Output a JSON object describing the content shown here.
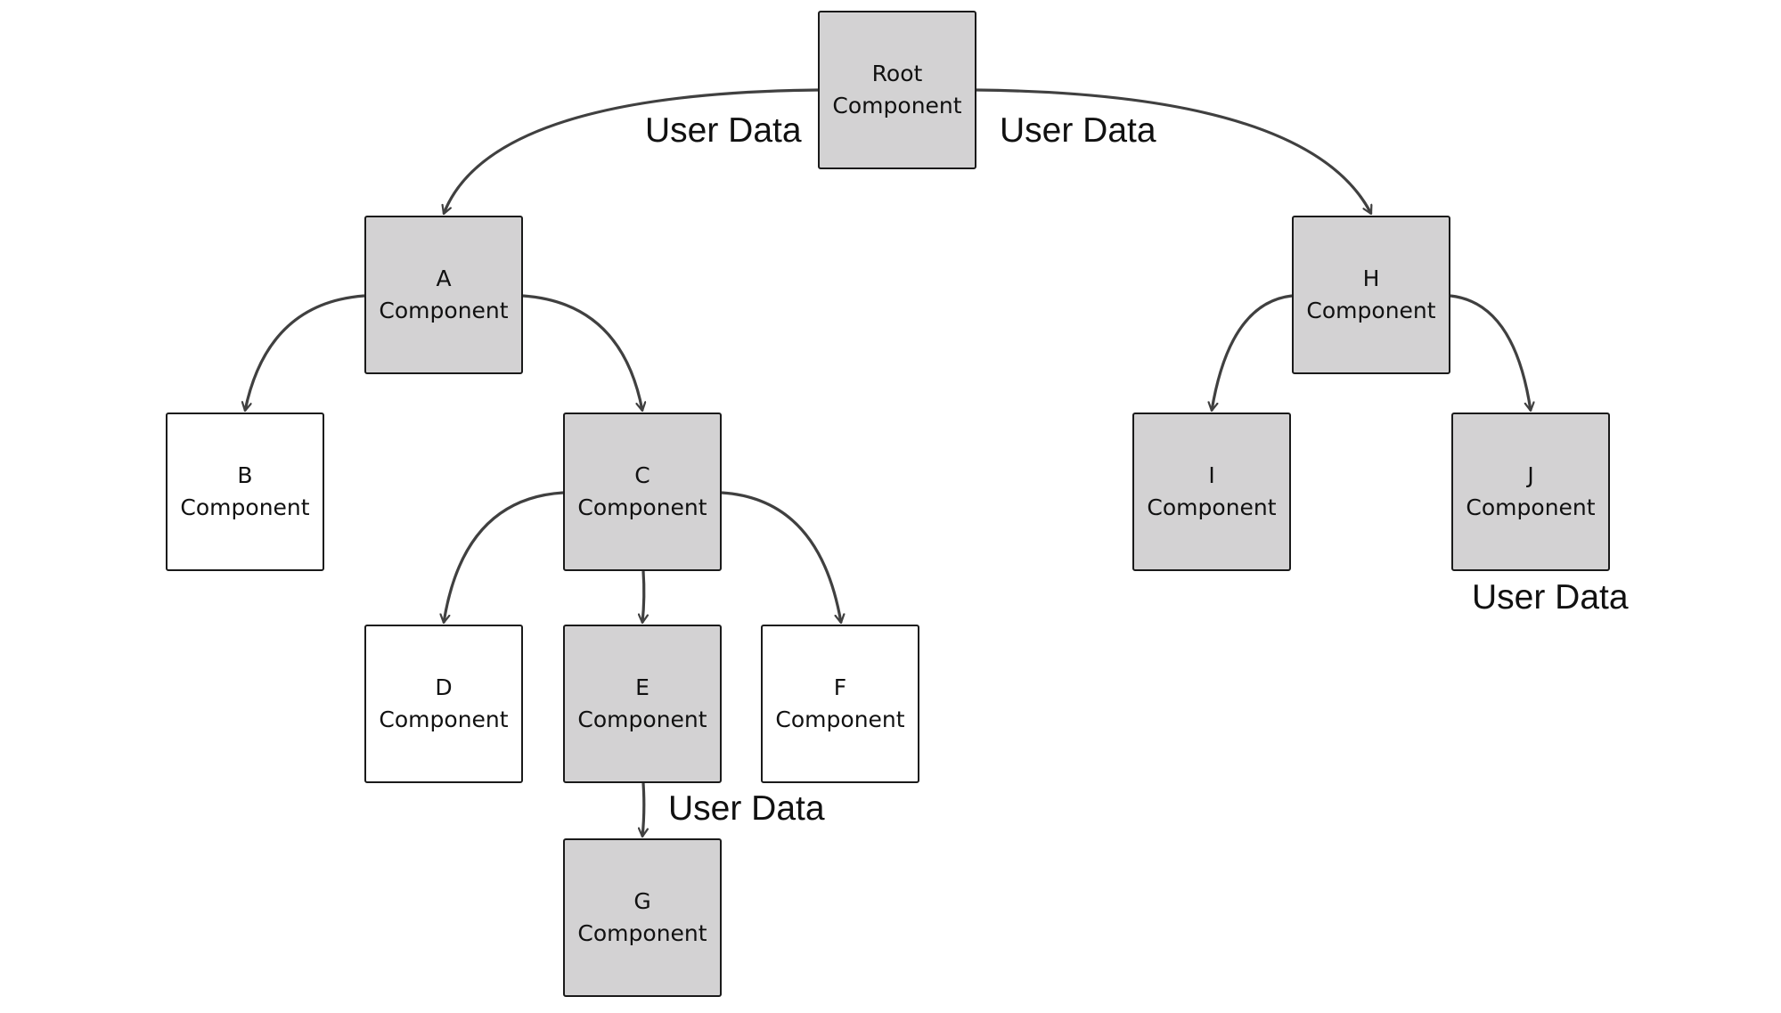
{
  "colors": {
    "highlight_fill": "#d3d2d3",
    "plain_fill": "#ffffff",
    "border": "#1a1a1a",
    "arrow": "#404040"
  },
  "nodes": [
    {
      "id": "root",
      "line1": "Root",
      "line2": "Component",
      "highlighted": true
    },
    {
      "id": "a",
      "line1": "A",
      "line2": "Component",
      "highlighted": true
    },
    {
      "id": "h",
      "line1": "H",
      "line2": "Component",
      "highlighted": true
    },
    {
      "id": "b",
      "line1": "B",
      "line2": "Component",
      "highlighted": false
    },
    {
      "id": "c",
      "line1": "C",
      "line2": "Component",
      "highlighted": true
    },
    {
      "id": "i",
      "line1": "I",
      "line2": "Component",
      "highlighted": true
    },
    {
      "id": "j",
      "line1": "J",
      "line2": "Component",
      "highlighted": true
    },
    {
      "id": "d",
      "line1": "D",
      "line2": "Component",
      "highlighted": false
    },
    {
      "id": "e",
      "line1": "E",
      "line2": "Component",
      "highlighted": true
    },
    {
      "id": "f",
      "line1": "F",
      "line2": "Component",
      "highlighted": false
    },
    {
      "id": "g",
      "line1": "G",
      "line2": "Component",
      "highlighted": true
    }
  ],
  "edges": [
    {
      "from": "root",
      "to": "a"
    },
    {
      "from": "root",
      "to": "h"
    },
    {
      "from": "a",
      "to": "b"
    },
    {
      "from": "a",
      "to": "c"
    },
    {
      "from": "h",
      "to": "i"
    },
    {
      "from": "h",
      "to": "j"
    },
    {
      "from": "c",
      "to": "d"
    },
    {
      "from": "c",
      "to": "e"
    },
    {
      "from": "c",
      "to": "f"
    },
    {
      "from": "e",
      "to": "g"
    }
  ],
  "labels": [
    {
      "id": "root-a",
      "text": "User Data"
    },
    {
      "id": "root-h",
      "text": "User Data"
    },
    {
      "id": "e-g",
      "text": "User Data"
    },
    {
      "id": "j",
      "text": "User Data"
    }
  ]
}
